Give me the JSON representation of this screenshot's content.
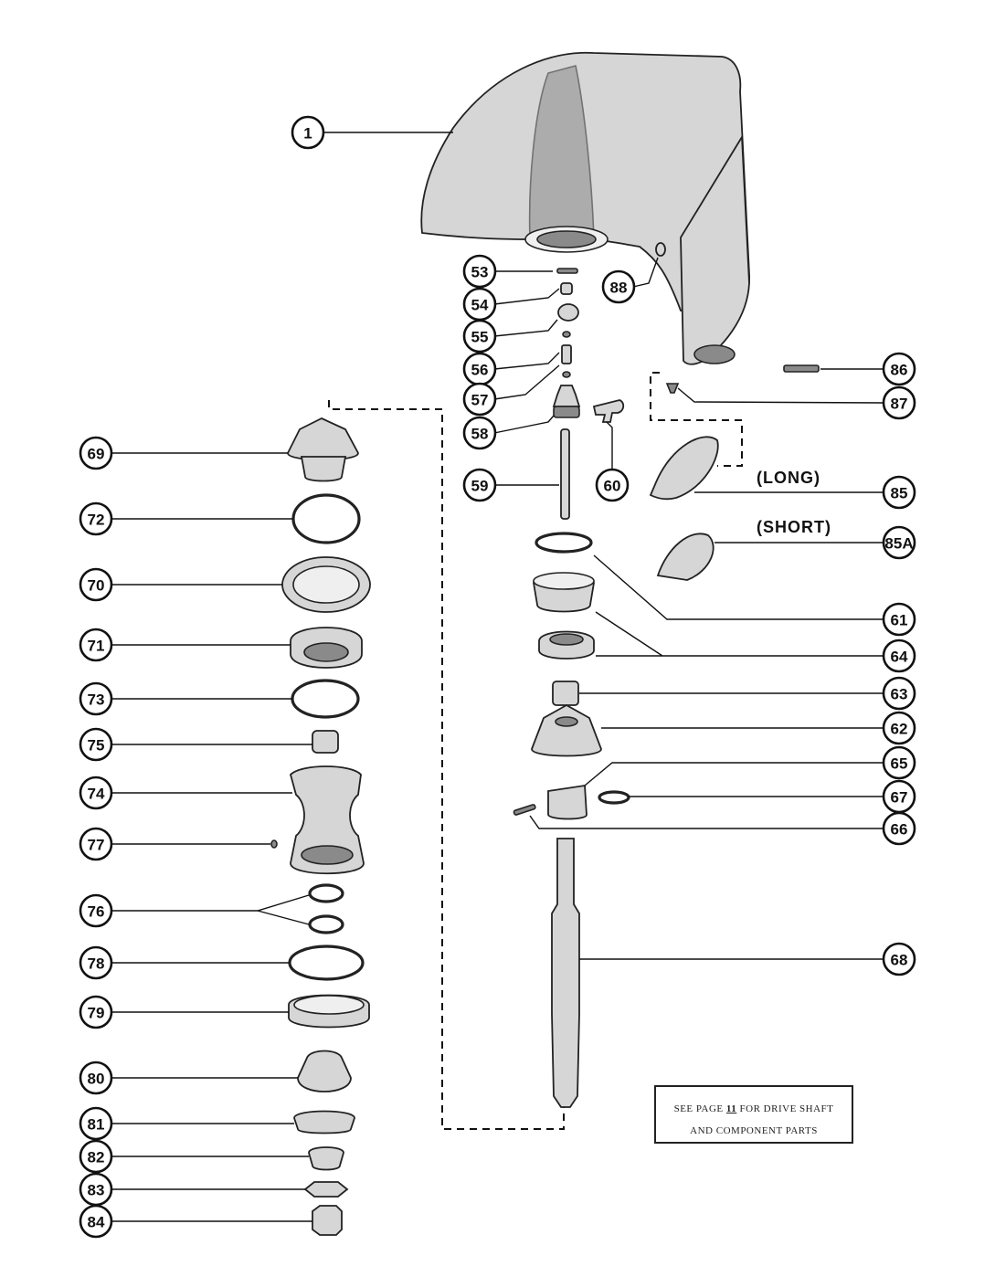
{
  "callouts": [
    {
      "label": "1"
    },
    {
      "label": "53"
    },
    {
      "label": "54"
    },
    {
      "label": "55"
    },
    {
      "label": "56"
    },
    {
      "label": "57"
    },
    {
      "label": "58"
    },
    {
      "label": "59"
    },
    {
      "label": "60"
    },
    {
      "label": "88"
    },
    {
      "label": "86"
    },
    {
      "label": "87"
    },
    {
      "label": "85"
    },
    {
      "label": "85A"
    },
    {
      "label": "61"
    },
    {
      "label": "64"
    },
    {
      "label": "63"
    },
    {
      "label": "62"
    },
    {
      "label": "65"
    },
    {
      "label": "67"
    },
    {
      "label": "66"
    },
    {
      "label": "68"
    },
    {
      "label": "69"
    },
    {
      "label": "72"
    },
    {
      "label": "70"
    },
    {
      "label": "71"
    },
    {
      "label": "73"
    },
    {
      "label": "75"
    },
    {
      "label": "74"
    },
    {
      "label": "77"
    },
    {
      "label": "76"
    },
    {
      "label": "78"
    },
    {
      "label": "79"
    },
    {
      "label": "80"
    },
    {
      "label": "81"
    },
    {
      "label": "82"
    },
    {
      "label": "83"
    },
    {
      "label": "84"
    }
  ],
  "variants": {
    "long": "(LONG)",
    "short": "(SHORT)"
  },
  "note": {
    "line1_prefix": "SEE PAGE ",
    "page": "11",
    "line1_suffix": " FOR DRIVE SHAFT",
    "line2": "AND COMPONENT PARTS"
  }
}
